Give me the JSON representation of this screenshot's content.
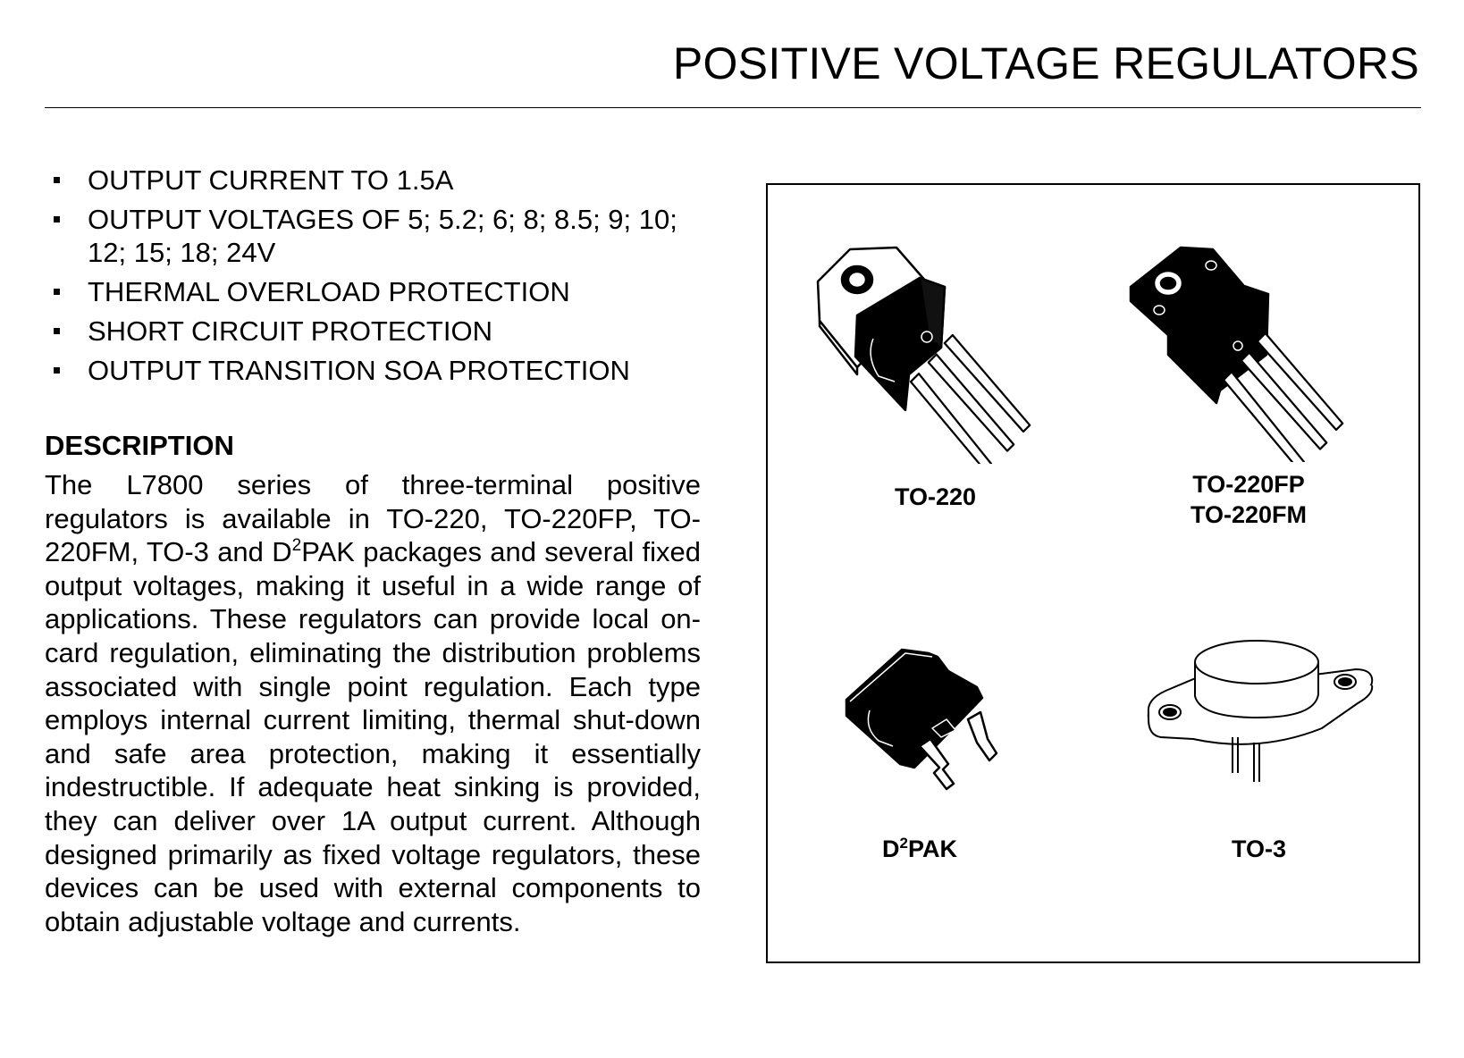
{
  "header": {
    "title": "POSITIVE VOLTAGE REGULATORS"
  },
  "features": [
    "OUTPUT CURRENT TO 1.5A",
    "OUTPUT VOLTAGES OF 5; 5.2; 6; 8; 8.5; 9; 10; 12; 15; 18; 24V",
    "THERMAL OVERLOAD PROTECTION",
    "SHORT CIRCUIT PROTECTION",
    "OUTPUT TRANSITION SOA PROTECTION"
  ],
  "description": {
    "heading": "DESCRIPTION",
    "text_part1": "The L7800 series of three-terminal positive regulators is available in TO-220, TO-220FP, TO-220FM, TO-3 and D",
    "text_sup": "2",
    "text_part2": "PAK packages and several fixed output voltages, making it useful in a wide range of applications. These regulators can provide local on-card regulation, eliminating the distribution problems associated with single point regulation. Each type employs internal current limiting, thermal shut-down and safe area protection, making it essentially indestructible. If adequate heat sinking is provided, they can deliver over 1A output current. Although designed primarily as fixed voltage regulators, these devices can be used with external components to obtain adjustable voltage and currents."
  },
  "packages": {
    "to220": {
      "label": "TO-220"
    },
    "to220fp": {
      "label_line1": "TO-220FP",
      "label_line2": "TO-220FM"
    },
    "d2pak": {
      "label_prefix": "D",
      "label_sup": "2",
      "label_suffix": "PAK"
    },
    "to3": {
      "label": "TO-3"
    }
  }
}
